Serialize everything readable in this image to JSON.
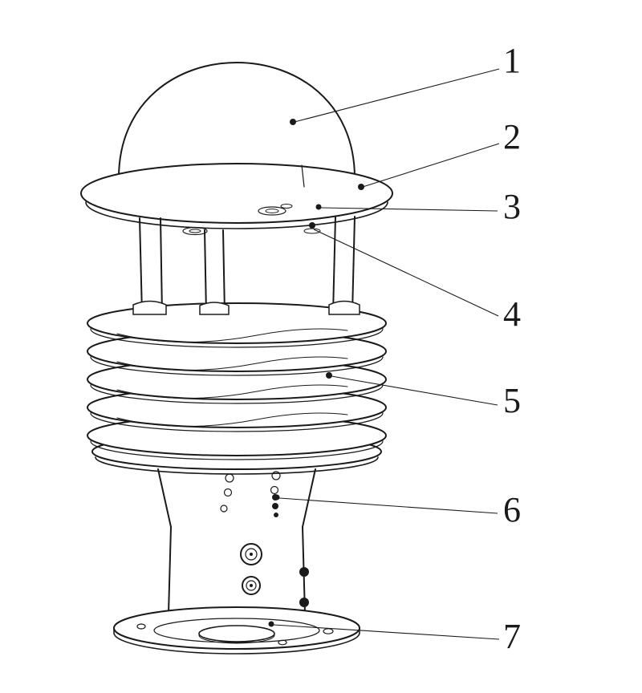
{
  "figure": {
    "background_color": "#ffffff",
    "line_color": "#1a1a1a",
    "callouts": [
      {
        "label": "1"
      },
      {
        "label": "2"
      },
      {
        "label": "3"
      },
      {
        "label": "4"
      },
      {
        "label": "5"
      },
      {
        "label": "6"
      },
      {
        "label": "7"
      }
    ]
  }
}
